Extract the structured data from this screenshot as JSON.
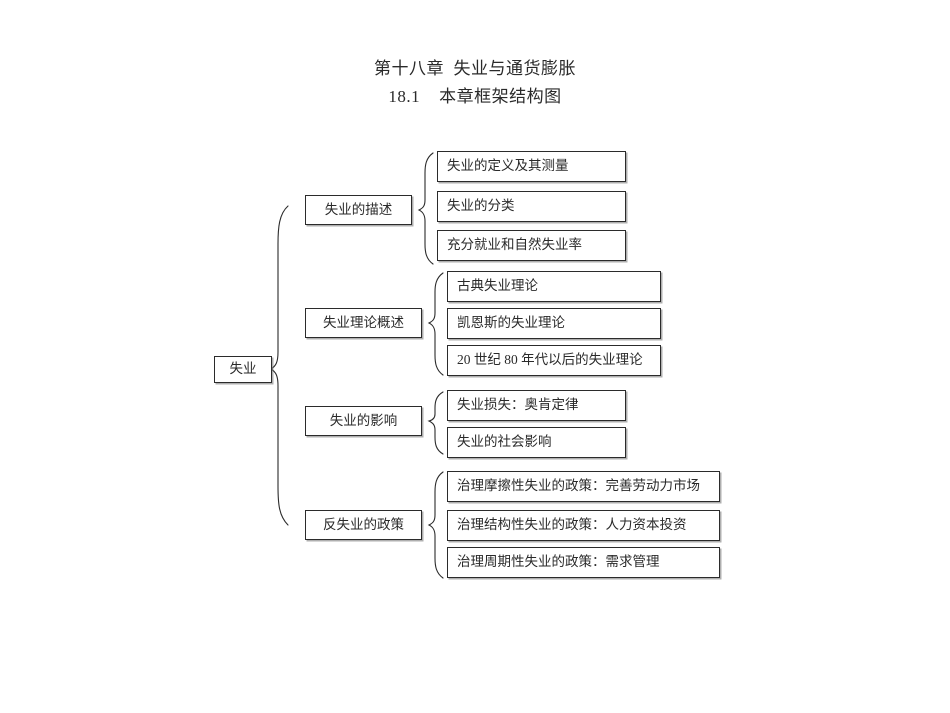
{
  "heading": {
    "chapter_title": "第十八章  失业与通货膨胀",
    "section_title": "18.1    本章框架结构图"
  },
  "chart_data": {
    "type": "diagram",
    "diagram_kind": "tree-bracket-outline",
    "title": "18.1    本章框架结构图",
    "root": "失业",
    "branches": [
      {
        "label": "失业的描述",
        "children": [
          "失业的定义及其测量",
          "失业的分类",
          "充分就业和自然失业率"
        ]
      },
      {
        "label": "失业理论概述",
        "children": [
          "古典失业理论",
          "凯恩斯的失业理论",
          "20 世纪 80 年代以后的失业理论"
        ]
      },
      {
        "label": "失业的影响",
        "children": [
          "失业损失：奥肯定律",
          "失业的社会影响"
        ]
      },
      {
        "label": "反失业的政策",
        "children": [
          "治理摩擦性失业的政策：完善劳动力市场",
          "治理结构性失业的政策：人力资本投资",
          "治理周期性失业的政策：需求管理"
        ]
      }
    ],
    "colors": {
      "text": "#2a2a2a",
      "box_border": "#2b2b2b",
      "box_shadow": "#6e6e6e",
      "background": "#ffffff",
      "brace": "#2b2b2b"
    }
  }
}
